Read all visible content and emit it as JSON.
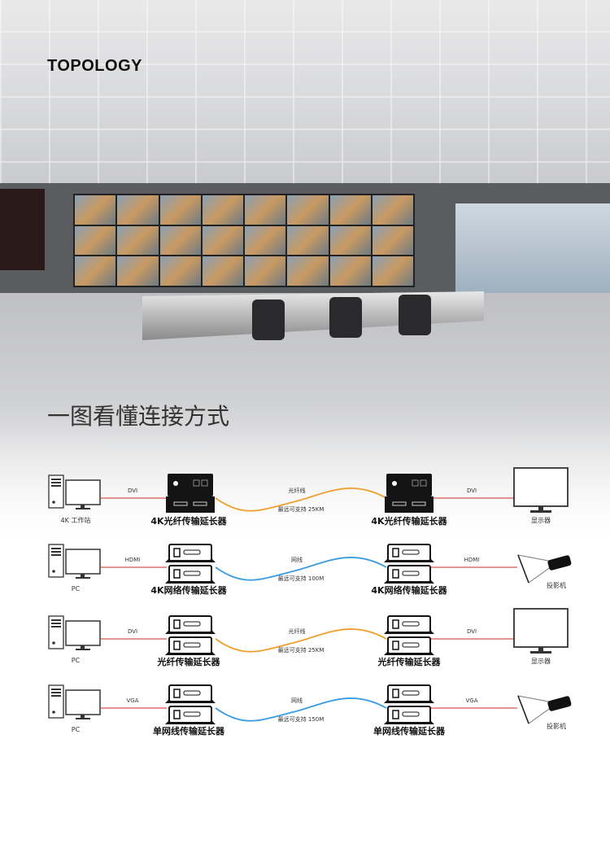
{
  "header": {
    "title": "TOPOLOGY",
    "subtitle": "一图看懂连接方式"
  },
  "colors": {
    "signal_line": "#d9534f",
    "fiber": "#f0a030",
    "network": "#3a9be0"
  },
  "rows": [
    {
      "source": "4K 工作站",
      "source_icon": "pc-icon",
      "input": "DVI",
      "device": "4K光纤传输延长器",
      "device_style": "black",
      "cable": "光纤线",
      "distance": "最远可支持 25KM",
      "cable_type": "fiber",
      "output": "DVI",
      "target": "显示器",
      "target_icon": "monitor-icon"
    },
    {
      "source": "PC",
      "source_icon": "pc-icon",
      "input": "HDMI",
      "device": "4K网络传输延长器",
      "device_style": "white",
      "cable": "网线",
      "distance": "最远可支持 100M",
      "cable_type": "network",
      "output": "HDMI",
      "target": "投影机",
      "target_icon": "projector-icon"
    },
    {
      "source": "PC",
      "source_icon": "pc-icon",
      "input": "DVI",
      "device": "光纤传输延长器",
      "device_style": "white",
      "cable": "光纤线",
      "distance": "最远可支持 25KM",
      "cable_type": "fiber",
      "output": "DVI",
      "target": "显示器",
      "target_icon": "monitor-icon"
    },
    {
      "source": "PC",
      "source_icon": "pc-icon",
      "input": "VGA",
      "device": "单网线传输延长器",
      "device_style": "white",
      "cable": "网线",
      "distance": "最远可支持 150M",
      "cable_type": "network",
      "output": "VGA",
      "target": "投影机",
      "target_icon": "projector-icon"
    }
  ]
}
